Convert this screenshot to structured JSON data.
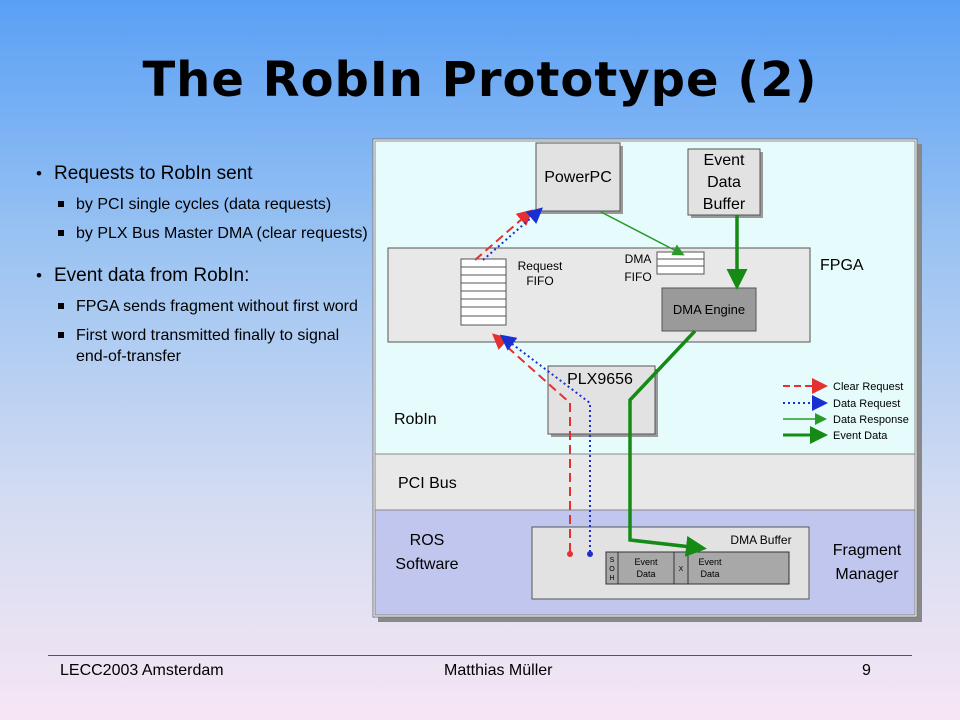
{
  "title": "The RobIn Prototype (2)",
  "bullets": {
    "b1": "Requests to RobIn sent",
    "b1_sub1": "by PCI single cycles (data requests)",
    "b1_sub2": "by PLX Bus Master DMA (clear requests)",
    "b2": "Event data from RobIn:",
    "b2_sub1": "FPGA sends fragment without first word",
    "b2_sub2": "First word transmitted finally to signal end-of-transfer"
  },
  "diagram": {
    "powerpc": "PowerPC",
    "event_buffer": [
      "Event",
      "Data",
      "Buffer"
    ],
    "fpga": "FPGA",
    "request_fifo": [
      "Request",
      "FIFO"
    ],
    "dma_fifo": [
      "DMA",
      "FIFO"
    ],
    "dma_engine": "DMA Engine",
    "plx": "PLX9656",
    "robin": "RobIn",
    "pci_bus": "PCI Bus",
    "ros_software": [
      "ROS",
      "Software"
    ],
    "dma_buffer": "DMA Buffer",
    "soh": [
      "S",
      "O",
      "H"
    ],
    "event_data_1": [
      "Event",
      "Data"
    ],
    "x_mark": "X",
    "event_data_2": [
      "Event",
      "Data"
    ],
    "fragment_manager": [
      "Fragment",
      "Manager"
    ],
    "legend": {
      "clear_request": "Clear Request",
      "data_request": "Data Request",
      "data_response": "Data Response",
      "event_data": "Event Data"
    },
    "colors": {
      "clear_request": "#e53030",
      "data_request": "#1a2fd0",
      "data_response": "#2a9a2a",
      "event_data": "#158a15"
    }
  },
  "footer": {
    "left": "LECC2003 Amsterdam",
    "center": "Matthias Müller",
    "page": "9"
  }
}
